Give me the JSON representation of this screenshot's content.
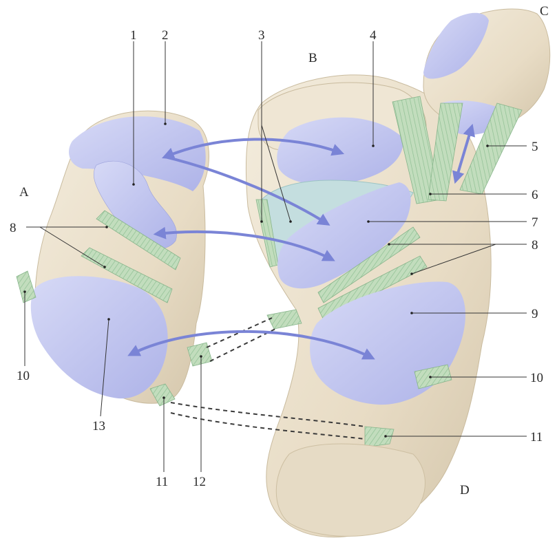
{
  "colors": {
    "bone": "#ede4d2",
    "bone_shade": "#d8ccb4",
    "cartilage": "#c4c8ef",
    "cartilage_dark": "#a8aee6",
    "ligament": "#bddab8",
    "ligament_stroke": "#86b48a",
    "arrow": "#7a84d6"
  },
  "view_letters": {
    "a": "A",
    "b": "B",
    "c": "C",
    "d": "D"
  },
  "labels": {
    "n1": "1",
    "n2": "2",
    "n3": "3",
    "n4": "4",
    "n5": "5",
    "n6": "6",
    "n7": "7",
    "n8_left": "8",
    "n8_right": "8",
    "n9": "9",
    "n10_left": "10",
    "n10_right": "10",
    "n11_left": "11",
    "n11_right": "11",
    "n12": "12",
    "n13": "13"
  }
}
